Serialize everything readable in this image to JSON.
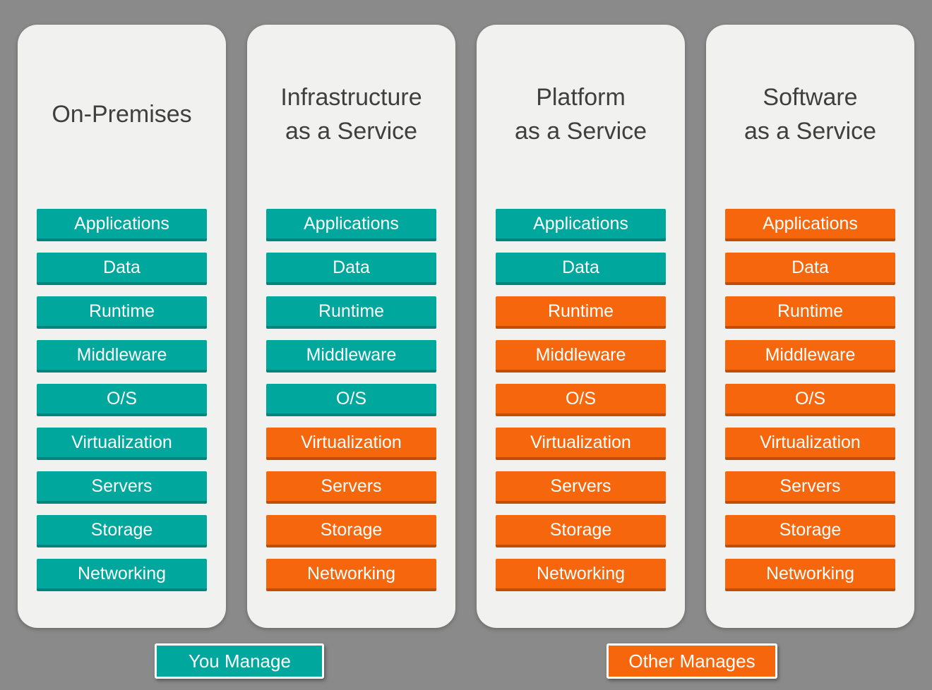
{
  "colors": {
    "background": "#8A8A8A",
    "card": "#F1F1EF",
    "teal": "#00A79D",
    "teal_dark": "#00857C",
    "orange": "#F6670D",
    "orange_dark": "#C24E06",
    "title_text": "#3F3F3F",
    "bar_text": "#FFFFFF"
  },
  "columns": [
    {
      "title": "On-Premises",
      "layers": [
        {
          "label": "Applications",
          "managed": "you"
        },
        {
          "label": "Data",
          "managed": "you"
        },
        {
          "label": "Runtime",
          "managed": "you"
        },
        {
          "label": "Middleware",
          "managed": "you"
        },
        {
          "label": "O/S",
          "managed": "you"
        },
        {
          "label": "Virtualization",
          "managed": "you"
        },
        {
          "label": "Servers",
          "managed": "you"
        },
        {
          "label": "Storage",
          "managed": "you"
        },
        {
          "label": "Networking",
          "managed": "you"
        }
      ]
    },
    {
      "title": "Infrastructure\nas a Service",
      "layers": [
        {
          "label": "Applications",
          "managed": "you"
        },
        {
          "label": "Data",
          "managed": "you"
        },
        {
          "label": "Runtime",
          "managed": "you"
        },
        {
          "label": "Middleware",
          "managed": "you"
        },
        {
          "label": "O/S",
          "managed": "you"
        },
        {
          "label": "Virtualization",
          "managed": "other"
        },
        {
          "label": "Servers",
          "managed": "other"
        },
        {
          "label": "Storage",
          "managed": "other"
        },
        {
          "label": "Networking",
          "managed": "other"
        }
      ]
    },
    {
      "title": "Platform\nas a Service",
      "layers": [
        {
          "label": "Applications",
          "managed": "you"
        },
        {
          "label": "Data",
          "managed": "you"
        },
        {
          "label": "Runtime",
          "managed": "other"
        },
        {
          "label": "Middleware",
          "managed": "other"
        },
        {
          "label": "O/S",
          "managed": "other"
        },
        {
          "label": "Virtualization",
          "managed": "other"
        },
        {
          "label": "Servers",
          "managed": "other"
        },
        {
          "label": "Storage",
          "managed": "other"
        },
        {
          "label": "Networking",
          "managed": "other"
        }
      ]
    },
    {
      "title": "Software\nas a Service",
      "layers": [
        {
          "label": "Applications",
          "managed": "other"
        },
        {
          "label": "Data",
          "managed": "other"
        },
        {
          "label": "Runtime",
          "managed": "other"
        },
        {
          "label": "Middleware",
          "managed": "other"
        },
        {
          "label": "O/S",
          "managed": "other"
        },
        {
          "label": "Virtualization",
          "managed": "other"
        },
        {
          "label": "Servers",
          "managed": "other"
        },
        {
          "label": "Storage",
          "managed": "other"
        },
        {
          "label": "Networking",
          "managed": "other"
        }
      ]
    }
  ],
  "legend": [
    {
      "label": "You Manage",
      "managed": "you"
    },
    {
      "label": "Other Manages",
      "managed": "other"
    }
  ]
}
